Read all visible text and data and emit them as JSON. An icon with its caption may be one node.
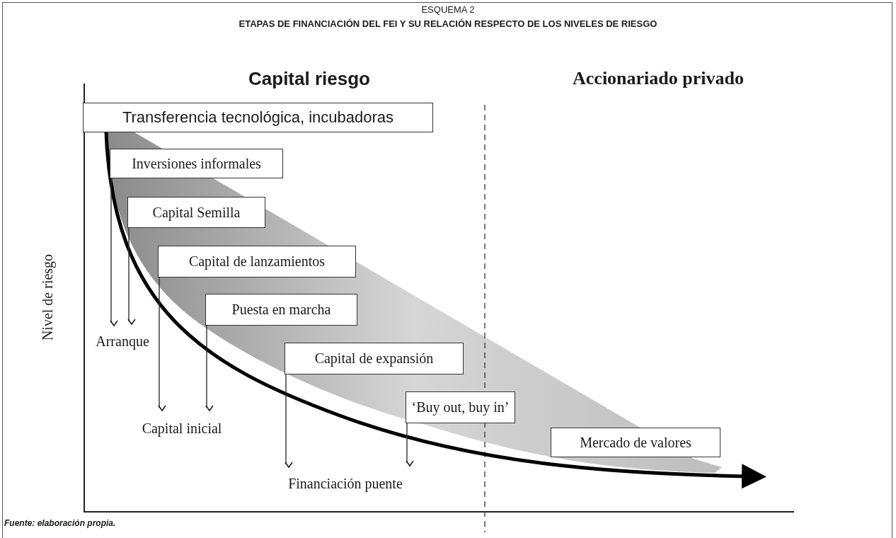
{
  "diagram": {
    "title": "ETAPAS DE FINANCIACIÓN DEL FEI Y SU RELACIÓN RESPECTO DE LOS NIVELES DE RIESGO",
    "caption": "Fuente: elaboración propia.",
    "nodes": [
      {
        "text": [
          "Transferencia tecnológica, incubadoras"
        ]
      },
      {
        "text": [
          "Inversiones informales"
        ]
      },
      {
        "text": [
          "Capital Semilla"
        ]
      },
      {
        "text": [
          "Capital de lanzamientos"
        ]
      },
      {
        "text": [
          "Puesta en marcha"
        ]
      },
      {
        "text": [
          "Capital de expansión"
        ]
      },
      {
        "text": [
          "‘Buy out, buy in’"
        ]
      },
      {
        "text": [
          "Mercado de valores"
        ]
      },
      {
        "text": [
          "Arranque"
        ]
      },
      {
        "text": [
          "Capital inicial"
        ]
      },
      {
        "text": [
          "Financiación puente"
        ]
      }
    ],
    "edges": [
      {
        "from": 0,
        "to": null,
        "arrow": "to",
        "style": "thick"
      },
      {
        "from": 1,
        "to": 8,
        "arrow": "to"
      },
      {
        "from": 2,
        "to": 8,
        "arrow": "to"
      },
      {
        "from": 3,
        "to": 9,
        "arrow": "to"
      },
      {
        "from": 4,
        "to": 9,
        "arrow": "to"
      },
      {
        "from": 5,
        "to": 10,
        "arrow": "to"
      },
      {
        "from": 6,
        "to": 10,
        "arrow": "to"
      }
    ],
    "labels": [
      "ESQUEMA 2",
      "Capital riesgo",
      "Accionariado privado",
      "Nivel de riesgo"
    ]
  }
}
